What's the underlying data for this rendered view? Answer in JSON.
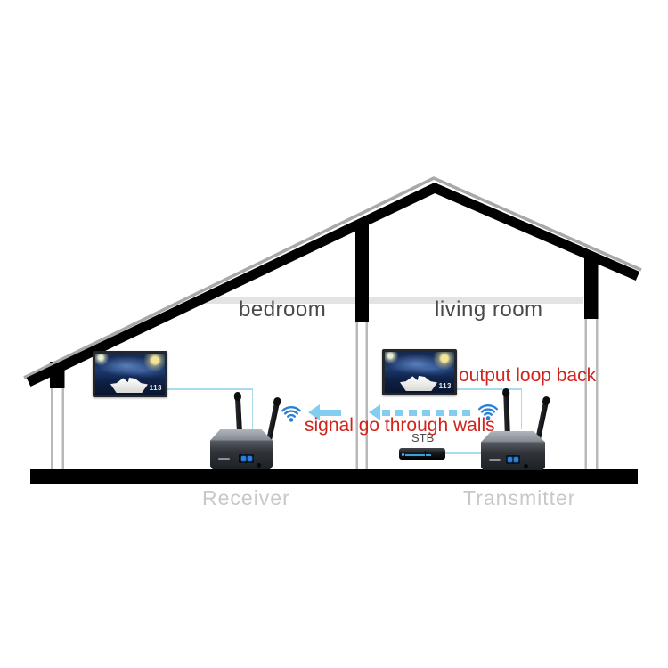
{
  "colors": {
    "accent_red": "#d0241c",
    "line_blue": "#a9daf0",
    "arrow_blue": "#82cdf0",
    "wifi_blue": "#2b7fd6",
    "label_gray": "#c8c8c8",
    "room_label_gray": "#484848",
    "structure_black": "#000000",
    "roof_gray": "#a8a8a8",
    "ceiling_band_gray": "#e3e3e3"
  },
  "rooms": {
    "bedroom_label": "bedroom",
    "living_room_label": "living room"
  },
  "annotations": {
    "loopback_text": "output loop back",
    "signal_text": "signal go through walls"
  },
  "devices": {
    "receiver_label": "Receiver",
    "transmitter_label": "Transmitter",
    "stb_label": "STB",
    "tv_badge": "113"
  }
}
